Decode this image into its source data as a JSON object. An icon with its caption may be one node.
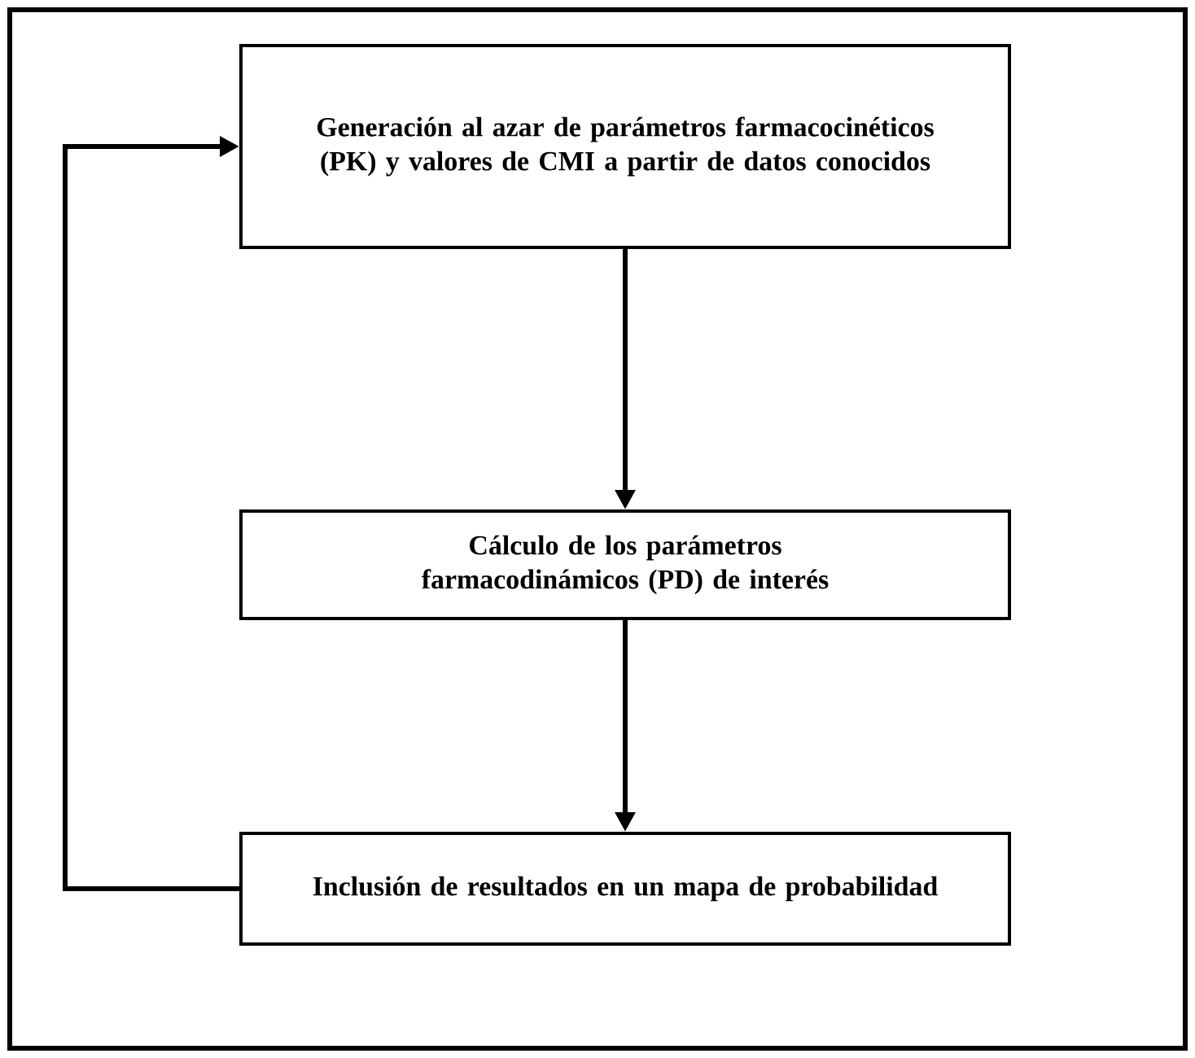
{
  "diagram": {
    "nodes": [
      {
        "text": [
          "Generación al azar de parámetros farmacocinéticos (PK) y valores de CMI a partir de datos conocidos"
        ]
      },
      {
        "text": [
          "Cálculo de los parámetros farmacodinámicos (PD) de interés"
        ]
      },
      {
        "text": [
          "Inclusión de resultados en un mapa de probabilidad"
        ]
      }
    ],
    "edges": [
      {
        "from": 0,
        "to": 1,
        "arrow": "to"
      },
      {
        "from": 1,
        "to": 2,
        "arrow": "to"
      },
      {
        "from": 2,
        "to": 0,
        "arrow": "to"
      }
    ]
  }
}
